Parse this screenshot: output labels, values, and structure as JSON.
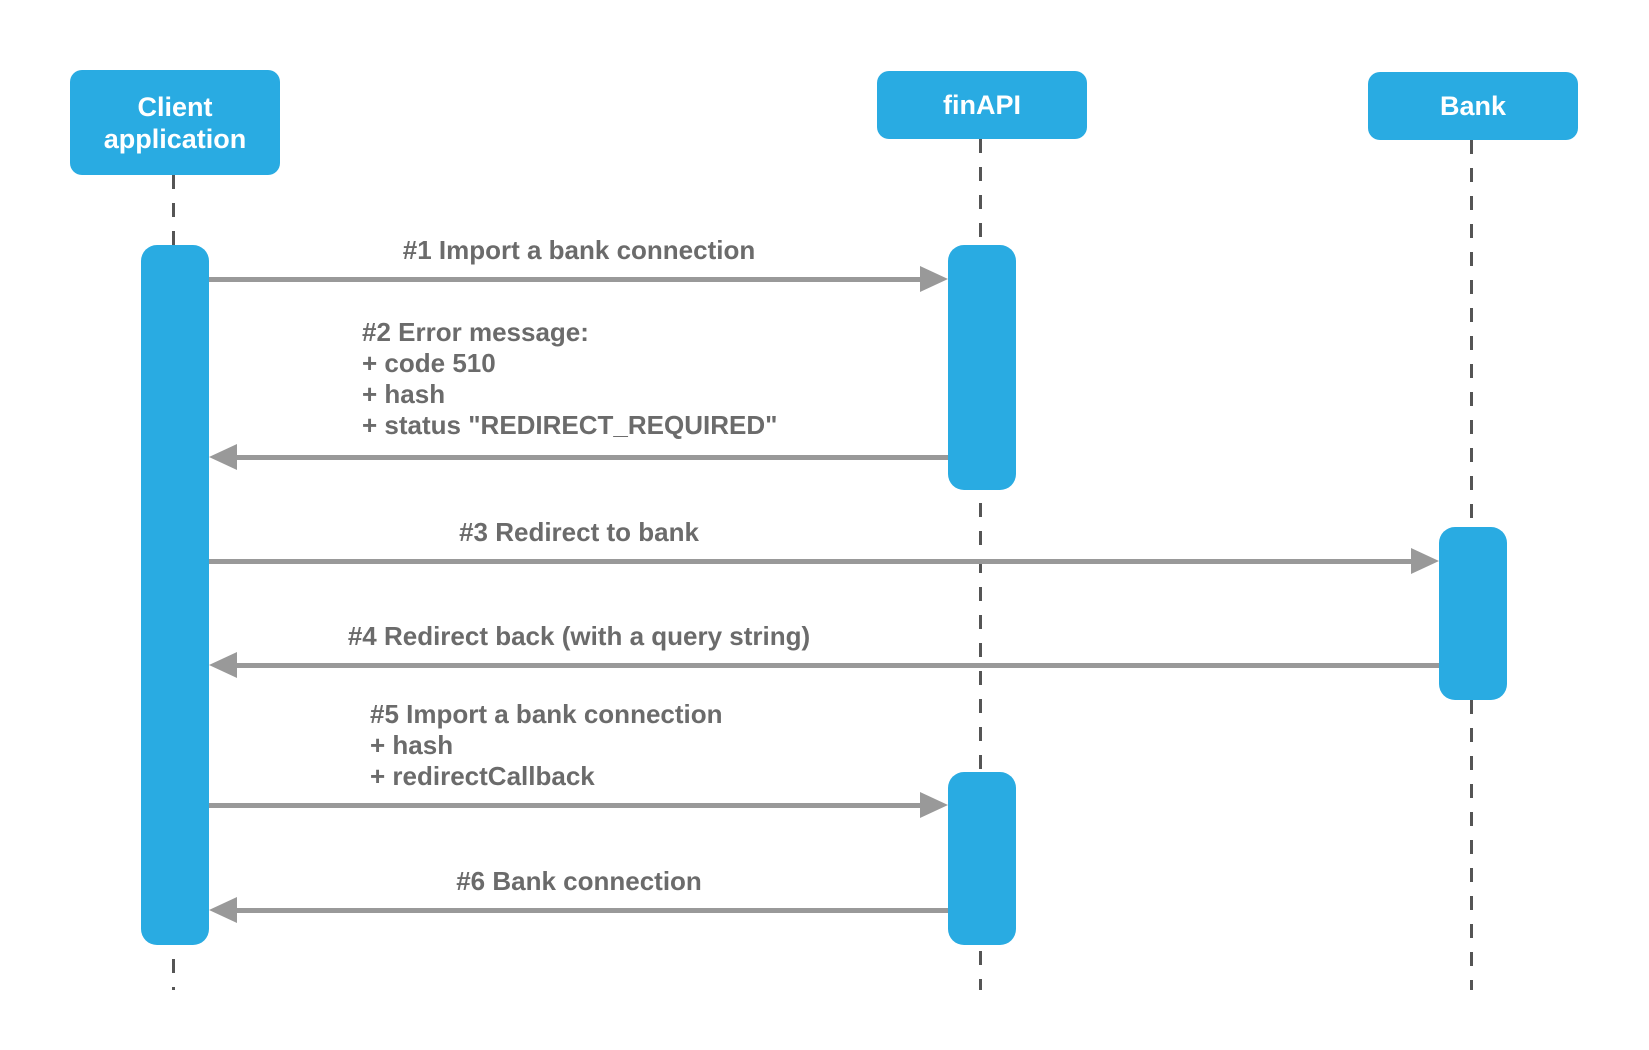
{
  "diagram": {
    "type": "sequence",
    "colors": {
      "actor_fill": "#29ABE2",
      "actor_text": "#FFFFFF",
      "arrow": "#999999",
      "label_text": "#6B6B6B",
      "lifeline": "#555555",
      "background": "#FFFFFF"
    },
    "actors": [
      {
        "id": "client",
        "label": "Client application"
      },
      {
        "id": "finapi",
        "label": "finAPI"
      },
      {
        "id": "bank",
        "label": "Bank"
      }
    ],
    "messages": [
      {
        "from": "client",
        "to": "finapi",
        "direction": "right",
        "lines": [
          "#1 Import a bank connection"
        ]
      },
      {
        "from": "finapi",
        "to": "client",
        "direction": "left",
        "lines": [
          "#2 Error message:",
          "+ code 510",
          "+ hash",
          "+ status \"REDIRECT_REQUIRED\""
        ]
      },
      {
        "from": "client",
        "to": "bank",
        "direction": "right",
        "lines": [
          "#3 Redirect to bank"
        ]
      },
      {
        "from": "bank",
        "to": "client",
        "direction": "left",
        "lines": [
          "#4 Redirect back (with a query string)"
        ]
      },
      {
        "from": "client",
        "to": "finapi",
        "direction": "right",
        "lines": [
          "#5 Import a bank connection",
          "+ hash",
          "+ redirectCallback"
        ]
      },
      {
        "from": "finapi",
        "to": "client",
        "direction": "left",
        "lines": [
          "#6 Bank connection"
        ]
      }
    ]
  }
}
